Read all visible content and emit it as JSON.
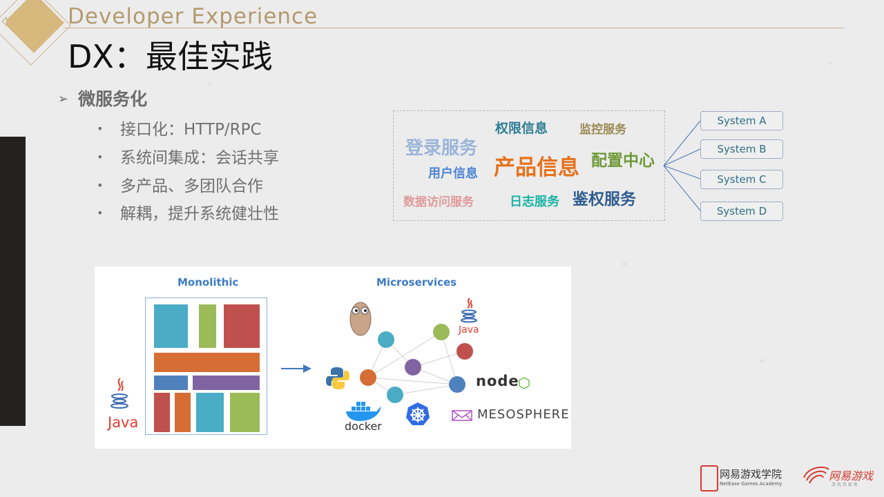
{
  "header": {
    "subtitle": "Developer Experience",
    "title": "DX：最佳实践"
  },
  "content": {
    "section_heading": "微服务化",
    "bullets": [
      "接口化：HTTP/RPC",
      "系统间集成：会话共享",
      "多产品、多团队合作",
      "解耦，提升系统健壮性"
    ]
  },
  "word_cloud": {
    "words": [
      {
        "text": "权限信息",
        "color": "#2e7d95"
      },
      {
        "text": "监控服务",
        "color": "#9c8a55"
      },
      {
        "text": "登录服务",
        "color": "#9ab5d8"
      },
      {
        "text": "产品信息",
        "color": "#e8711a"
      },
      {
        "text": "配置中心",
        "color": "#6e9a3a"
      },
      {
        "text": "用户信息",
        "color": "#4f86d2"
      },
      {
        "text": "数据访问服务",
        "color": "#e09a9a"
      },
      {
        "text": "日志服务",
        "color": "#19b3a6"
      },
      {
        "text": "鉴权服务",
        "color": "#2f5c8f"
      }
    ]
  },
  "systems": [
    "System A",
    "System B",
    "System C",
    "System D"
  ],
  "diagram": {
    "monolithic_label": "Monolithic",
    "microservices_label": "Microservices",
    "java_label": "Java",
    "java_label_2": "Java",
    "docker_label": "docker",
    "node_label": "node",
    "mesosphere_label": "MESOSPHERE"
  },
  "footer": {
    "academy_cn": "网易游戏学院",
    "academy_en": "NetEase Games Academy",
    "brand_cn": "网易游戏",
    "brand_tagline": "游 戏 热 爱 者"
  },
  "colors": {
    "accent_gold": "#d6b77c",
    "title": "#111111",
    "diagram_blue": "#3d7bc4"
  }
}
